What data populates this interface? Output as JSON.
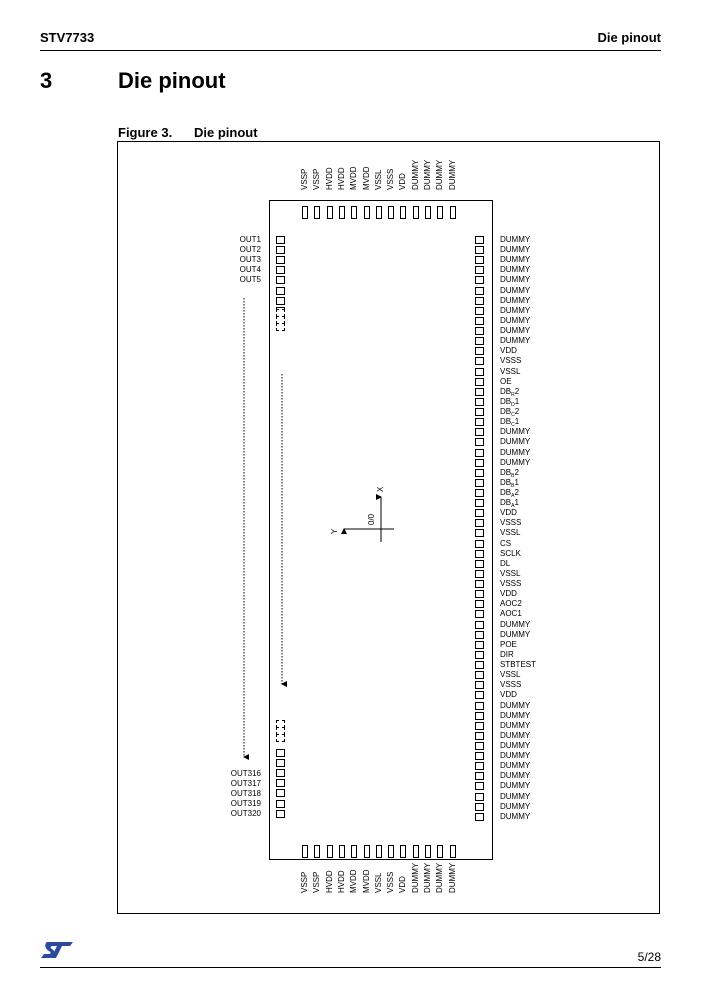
{
  "header": {
    "left": "STV7733",
    "right": "Die pinout"
  },
  "section": {
    "number": "3",
    "title": "Die pinout"
  },
  "figure": {
    "number": "Figure 3.",
    "title": "Die pinout"
  },
  "top_pins": [
    "VSSP",
    "VSSP",
    "HVDD",
    "HVDD",
    "MVDD",
    "MVDD",
    "VSSL",
    "VSSS",
    "VDD",
    "DUMMY",
    "DUMMY",
    "DUMMY",
    "DUMMY"
  ],
  "bottom_pins": [
    "VSSP",
    "VSSP",
    "HVDD",
    "HVDD",
    "MVDD",
    "MVDD",
    "VSSL",
    "VSSS",
    "VDD",
    "DUMMY",
    "DUMMY",
    "DUMMY",
    "DUMMY"
  ],
  "left_pins_top": [
    "OUT1",
    "OUT2",
    "OUT3",
    "OUT4",
    "OUT5"
  ],
  "left_pins_bottom": [
    "OUT316",
    "OUT317",
    "OUT318",
    "OUT319",
    "OUT320"
  ],
  "right_pins": [
    {
      "t": "DUMMY"
    },
    {
      "t": "DUMMY"
    },
    {
      "t": "DUMMY"
    },
    {
      "t": "DUMMY"
    },
    {
      "t": "DUMMY"
    },
    {
      "t": "DUMMY"
    },
    {
      "t": "DUMMY"
    },
    {
      "t": "DUMMY"
    },
    {
      "t": "DUMMY"
    },
    {
      "t": "DUMMY"
    },
    {
      "t": "DUMMY"
    },
    {
      "t": "VDD"
    },
    {
      "t": "VSSS"
    },
    {
      "t": "VSSL"
    },
    {
      "t": "OE"
    },
    {
      "t": "DB",
      "s": "R",
      "e": "2"
    },
    {
      "t": "DB",
      "s": "D",
      "e": "1"
    },
    {
      "t": "DB",
      "s": "C",
      "e": "2"
    },
    {
      "t": "DB",
      "s": "C",
      "e": "1"
    },
    {
      "t": "DUMMY"
    },
    {
      "t": "DUMMY"
    },
    {
      "t": "DUMMY"
    },
    {
      "t": "DUMMY"
    },
    {
      "t": "DB",
      "s": "B",
      "e": "2"
    },
    {
      "t": "DB",
      "s": "B",
      "e": "1"
    },
    {
      "t": "DB",
      "s": "A",
      "e": "2"
    },
    {
      "t": "DB",
      "s": "A",
      "e": "1"
    },
    {
      "t": "VDD"
    },
    {
      "t": "VSSS"
    },
    {
      "t": "VSSL"
    },
    {
      "t": "CS"
    },
    {
      "t": "SCLK"
    },
    {
      "t": "DL"
    },
    {
      "t": "VSSL"
    },
    {
      "t": "VSSS"
    },
    {
      "t": "VDD"
    },
    {
      "t": "AOC2"
    },
    {
      "t": "AOC1"
    },
    {
      "t": "DUMMY"
    },
    {
      "t": "DUMMY"
    },
    {
      "t": "POE"
    },
    {
      "t": "DIR"
    },
    {
      "t": "STBTEST"
    },
    {
      "t": "VSSL"
    },
    {
      "t": "VSSS"
    },
    {
      "t": "VDD"
    },
    {
      "t": "DUMMY"
    },
    {
      "t": "DUMMY"
    },
    {
      "t": "DUMMY"
    },
    {
      "t": "DUMMY"
    },
    {
      "t": "DUMMY"
    },
    {
      "t": "DUMMY"
    },
    {
      "t": "DUMMY"
    },
    {
      "t": "DUMMY"
    },
    {
      "t": "DUMMY"
    },
    {
      "t": "DUMMY"
    },
    {
      "t": "DUMMY"
    },
    {
      "t": "DUMMY"
    }
  ],
  "axes": {
    "x_label": "X",
    "y_label": "Y",
    "origin_label": "0/0"
  },
  "footer": {
    "page": "5/28",
    "logo_icon": "st-logo-icon"
  }
}
